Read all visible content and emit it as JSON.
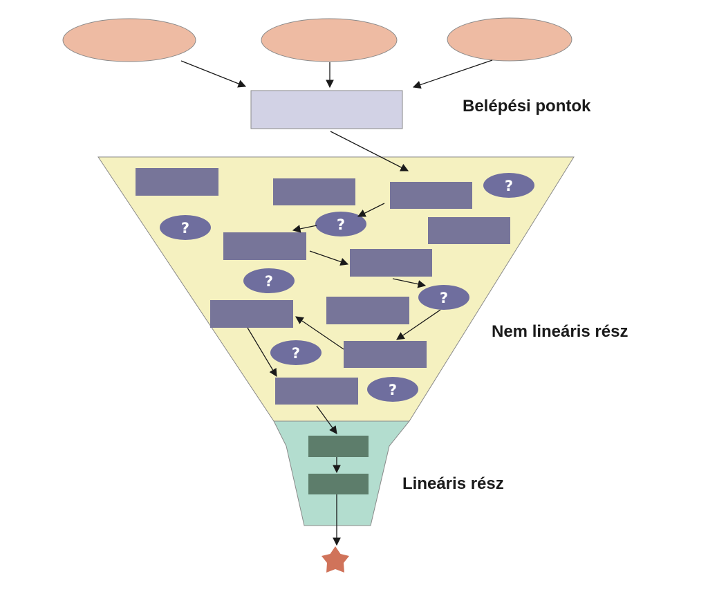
{
  "labels": {
    "entry_points": "Belépési pontok",
    "nonlinear_part": "Nem lineáris rész",
    "linear_part": "Lineáris rész"
  },
  "question_mark": "?",
  "colors": {
    "source_ellipse": "#eebba3",
    "entry_box": "#d2d2e5",
    "funnel_top": "#f5f1c0",
    "funnel_bottom": "#b3ddcf",
    "node_box": "#777599",
    "question_node": "#6f6e9e",
    "linear_box": "#5d7d6b",
    "goal_star": "#d0735a",
    "stroke": "#8a8a8a"
  },
  "icons": {
    "goal": "star-icon"
  }
}
